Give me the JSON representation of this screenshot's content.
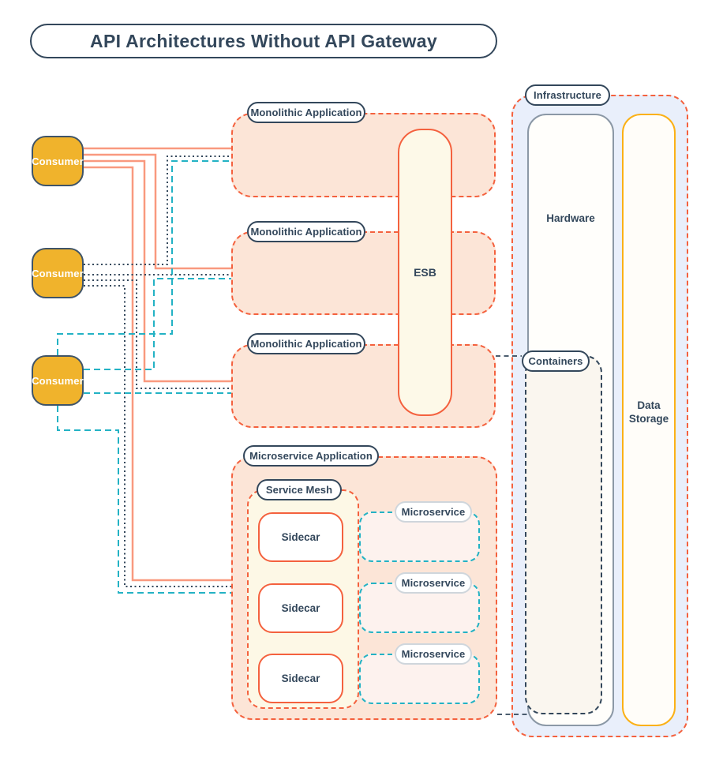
{
  "title": "API Architectures Without API Gateway",
  "consumers": [
    {
      "label": "Consumer"
    },
    {
      "label": "Consumer"
    },
    {
      "label": "Consumer"
    }
  ],
  "monoliths": [
    {
      "label": "Monolithic Application"
    },
    {
      "label": "Monolithic Application"
    },
    {
      "label": "Monolithic Application"
    }
  ],
  "esb": {
    "label": "ESB"
  },
  "microservice_app": {
    "label": "Microservice Application",
    "service_mesh": {
      "label": "Service Mesh",
      "sidecars": [
        "Sidecar",
        "Sidecar",
        "Sidecar"
      ]
    },
    "microservices": [
      "Microservice",
      "Microservice",
      "Microservice"
    ]
  },
  "infrastructure": {
    "label": "Infrastructure",
    "hardware": "Hardware",
    "containers": "Containers",
    "data_storage": "Data Storage"
  },
  "colors": {
    "navy": "#33475b",
    "orange_border": "#f4613e",
    "salmon_line": "#f9997f",
    "teal_line": "#23b2c4",
    "consumer_yellow": "#f0b32c",
    "peach_fill": "#fce5d7",
    "cream_fill": "#fdf8e6",
    "infra_blue_fill": "#e9effb",
    "amber_border": "#fbb117",
    "gray_border": "#8b98a6"
  },
  "connections": [
    {
      "from": "consumer-1",
      "to": "monolithic-application-1",
      "style": "solid",
      "color": "#f9997f"
    },
    {
      "from": "consumer-1",
      "to": "monolithic-application-2",
      "style": "solid",
      "color": "#f9997f"
    },
    {
      "from": "consumer-1",
      "to": "monolithic-application-3",
      "style": "solid",
      "color": "#f9997f"
    },
    {
      "from": "consumer-1",
      "to": "microservice-application",
      "style": "solid",
      "color": "#f9997f"
    },
    {
      "from": "consumer-2",
      "to": "monolithic-application-1",
      "style": "dotted",
      "color": "#33475b"
    },
    {
      "from": "consumer-2",
      "to": "monolithic-application-2",
      "style": "dotted",
      "color": "#33475b"
    },
    {
      "from": "consumer-2",
      "to": "monolithic-application-3",
      "style": "dotted",
      "color": "#33475b"
    },
    {
      "from": "consumer-2",
      "to": "microservice-application",
      "style": "dotted",
      "color": "#33475b"
    },
    {
      "from": "consumer-3",
      "to": "monolithic-application-1",
      "style": "dashed",
      "color": "#23b2c4"
    },
    {
      "from": "consumer-3",
      "to": "monolithic-application-2",
      "style": "dashed",
      "color": "#23b2c4"
    },
    {
      "from": "consumer-3",
      "to": "monolithic-application-3",
      "style": "dashed",
      "color": "#23b2c4"
    },
    {
      "from": "consumer-3",
      "to": "microservice-application",
      "style": "dashed",
      "color": "#23b2c4"
    },
    {
      "from": "service-mesh",
      "to": "microservice-1",
      "style": "dashed",
      "color": "#23b2c4"
    },
    {
      "from": "service-mesh",
      "to": "microservice-2",
      "style": "dashed",
      "color": "#23b2c4"
    },
    {
      "from": "service-mesh",
      "to": "microservice-3",
      "style": "dashed",
      "color": "#23b2c4"
    },
    {
      "from": "monolithic-application-3",
      "to": "containers",
      "style": "dashed",
      "color": "#33475b"
    },
    {
      "from": "microservice-application",
      "to": "containers",
      "style": "dashed",
      "color": "#33475b"
    }
  ]
}
